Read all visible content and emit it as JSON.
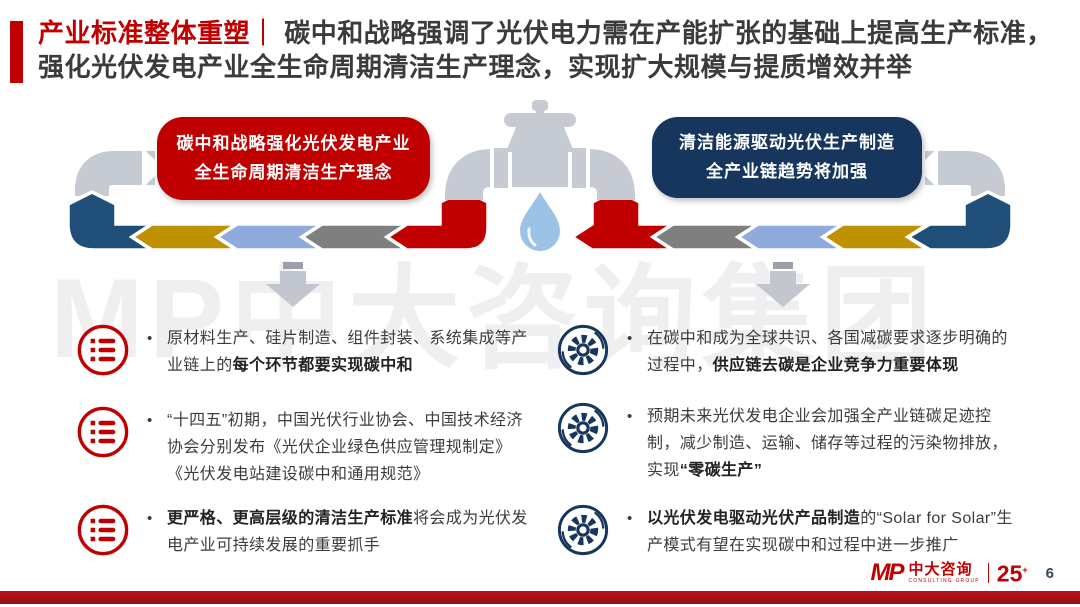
{
  "slide": {
    "title": {
      "highlight": "产业标准整体重塑",
      "separator": "｜ ",
      "line1": "碳中和战略强调了光伏电力需在产能扩张的基础上提高生产标准，",
      "line2": "强化光伏发电产业全生命周期清洁生产理念，实现扩大规模与提质增效并举"
    },
    "watermark": "MP中大咨询集团",
    "bullet_char": "•",
    "diagram": {
      "left_box": {
        "line1": "碳中和战略强化光伏发电产业",
        "line2": "全生命周期清洁生产理念"
      },
      "right_box": {
        "line1": "清洁能源驱动光伏生产制造",
        "line2": "全产业链趋势将加强"
      },
      "colors": {
        "red": "#c00000",
        "navy": "#17365d",
        "dkblue": "#1f4e79",
        "gold": "#bf9000",
        "ltblue": "#8faadc",
        "gray": "#7f7f7f",
        "pipe": "#c6cad3",
        "pipedark": "#9ba1ab",
        "drop": "#9cc3e5",
        "arrow": "#c2c6ce"
      }
    },
    "columns": {
      "left": {
        "icon": "list-icon",
        "items": [
          {
            "segments": [
              {
                "t": "原材料生产、硅片制造、组件封装、系统集成等产业链上的",
                "b": false
              },
              {
                "t": "每个环节都要实现碳中和",
                "b": true
              }
            ]
          },
          {
            "segments": [
              {
                "t": "“十四五”初期，中国光伏行业协会、中国技术经济协会分别发布《光伏企业绿色供应管理规制定》《光伏发电站建设碳中和通用规范》",
                "b": false
              }
            ]
          },
          {
            "segments": [
              {
                "t": "更严格、更高层级的清洁生产标准",
                "b": true
              },
              {
                "t": "将会成为光伏发电产业可持续发展的重要抓手",
                "b": false
              }
            ]
          }
        ]
      },
      "right": {
        "icon": "gear-icon",
        "items": [
          {
            "segments": [
              {
                "t": "在碳中和成为全球共识、各国减碳要求逐步明确的过程中，",
                "b": false
              },
              {
                "t": "供应链去碳是企业竞争力重要体现",
                "b": true
              }
            ]
          },
          {
            "segments": [
              {
                "t": "预期未来光伏发电企业会加强全产业链碳足迹控制，减少制造、运输、储存等过程的污染物排放，实现",
                "b": false
              },
              {
                "t": "“零碳生产”",
                "b": true
              }
            ]
          },
          {
            "segments": [
              {
                "t": "以光伏发电驱动光伏产品制造",
                "b": true
              },
              {
                "t": "的“Solar for Solar”生产模式有望在实现碳中和过程中进一步推广",
                "b": false
              }
            ]
          }
        ]
      }
    },
    "footer": {
      "logo_mp": "MP",
      "logo_name": "中大咨询",
      "logo_sub": "CONSULTING GROUP",
      "logo_year": "25",
      "logo_year_suffix": "+",
      "page": "6"
    }
  }
}
